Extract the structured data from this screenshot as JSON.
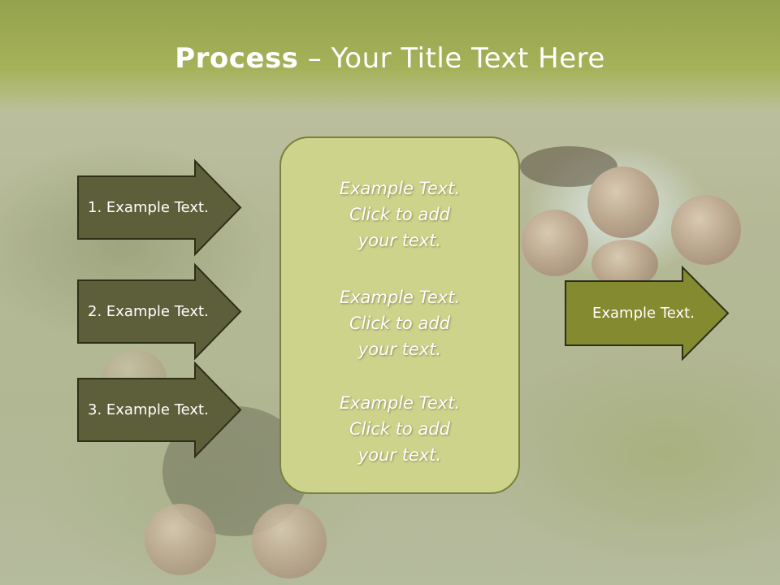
{
  "slide": {
    "title_bold": "Process",
    "title_rest": " – Your Title Text Here"
  },
  "left_arrows": [
    {
      "label": "1. Example Text."
    },
    {
      "label": "2. Example Text."
    },
    {
      "label": "3. Example Text."
    }
  ],
  "center_box": {
    "blocks": [
      {
        "lines": [
          "Example Text.",
          "Click  to add",
          "your text."
        ]
      },
      {
        "lines": [
          "Example Text.",
          "Click  to add",
          "your text."
        ]
      },
      {
        "lines": [
          "Example Text.",
          "Click  to add",
          "your text."
        ]
      }
    ]
  },
  "right_arrow": {
    "label": "Example Text."
  },
  "colors": {
    "title_band": "#a5b259",
    "left_arrow_fill": "#5d5f3a",
    "right_arrow_fill": "#848a30",
    "center_box_fill": "#cdd38a",
    "border": "#2e2f18"
  }
}
